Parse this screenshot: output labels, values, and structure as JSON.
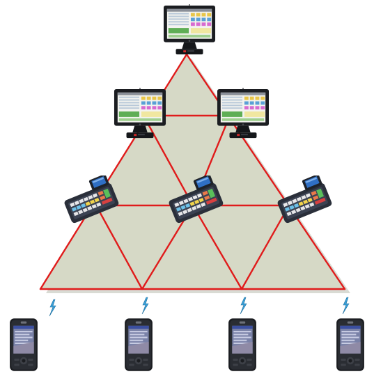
{
  "diagram": {
    "topology": "pyramid-network",
    "colors": {
      "background": "#ffffff",
      "triangle_fill": "#d6d9c6",
      "network_edge": "#e01b1b",
      "shadow": "#b9bdb0",
      "wireless_bolt": "#3aa0d8",
      "device_body": "#1b1d21",
      "pos_screen_green": "#5fae55",
      "pos_screen_keys": "#e8c64a",
      "keypad_screen_blue": "#2f6fc4",
      "pda_screen": "#7a82a8"
    },
    "nodes": {
      "pos_terminals": [
        {
          "id": "pos-top",
          "icon": "touchscreen-pos-terminal-icon"
        },
        {
          "id": "pos-mid-left",
          "icon": "touchscreen-pos-terminal-icon"
        },
        {
          "id": "pos-mid-right",
          "icon": "touchscreen-pos-terminal-icon"
        }
      ],
      "cash_registers": [
        {
          "id": "ecr-left",
          "icon": "keypad-cash-register-icon"
        },
        {
          "id": "ecr-center",
          "icon": "keypad-cash-register-icon"
        },
        {
          "id": "ecr-right",
          "icon": "keypad-cash-register-icon"
        }
      ],
      "handhelds": [
        {
          "id": "pda-1",
          "icon": "handheld-pda-icon",
          "link": "wireless-bolt-icon"
        },
        {
          "id": "pda-2",
          "icon": "handheld-pda-icon",
          "link": "wireless-bolt-icon"
        },
        {
          "id": "pda-3",
          "icon": "handheld-pda-icon",
          "link": "wireless-bolt-icon"
        },
        {
          "id": "pda-4",
          "icon": "handheld-pda-icon",
          "link": "wireless-bolt-icon"
        }
      ]
    }
  }
}
